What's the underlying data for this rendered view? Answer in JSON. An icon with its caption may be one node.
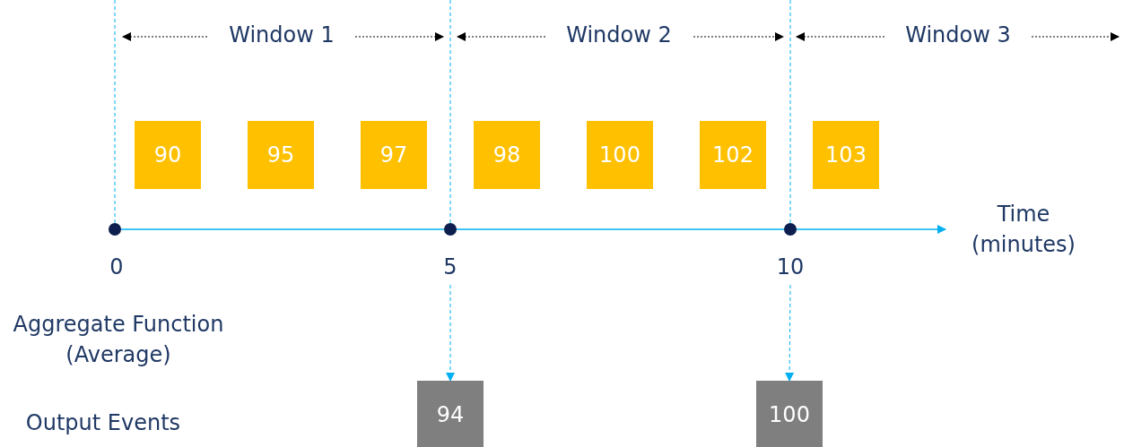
{
  "diagram": {
    "nodes": [
      {
        "text": [
          "90"
        ]
      },
      {
        "text": [
          "95"
        ]
      },
      {
        "text": [
          "97"
        ]
      },
      {
        "text": [
          "98"
        ]
      },
      {
        "text": [
          "100"
        ]
      },
      {
        "text": [
          "102"
        ]
      },
      {
        "text": [
          "103"
        ]
      },
      {
        "text": [
          "94"
        ]
      },
      {
        "text": [
          "100"
        ]
      }
    ],
    "edges": [
      {
        "from": null,
        "to": 7,
        "arrow": "to",
        "style": "dashed"
      },
      {
        "from": null,
        "to": 8,
        "arrow": "to",
        "style": "dashed"
      }
    ],
    "labels": [
      "Window 1",
      "Window 2",
      "Window 3",
      "Time (minutes)",
      "0",
      "5",
      "10",
      "Aggregate Function (Average)",
      "Output Events"
    ]
  }
}
